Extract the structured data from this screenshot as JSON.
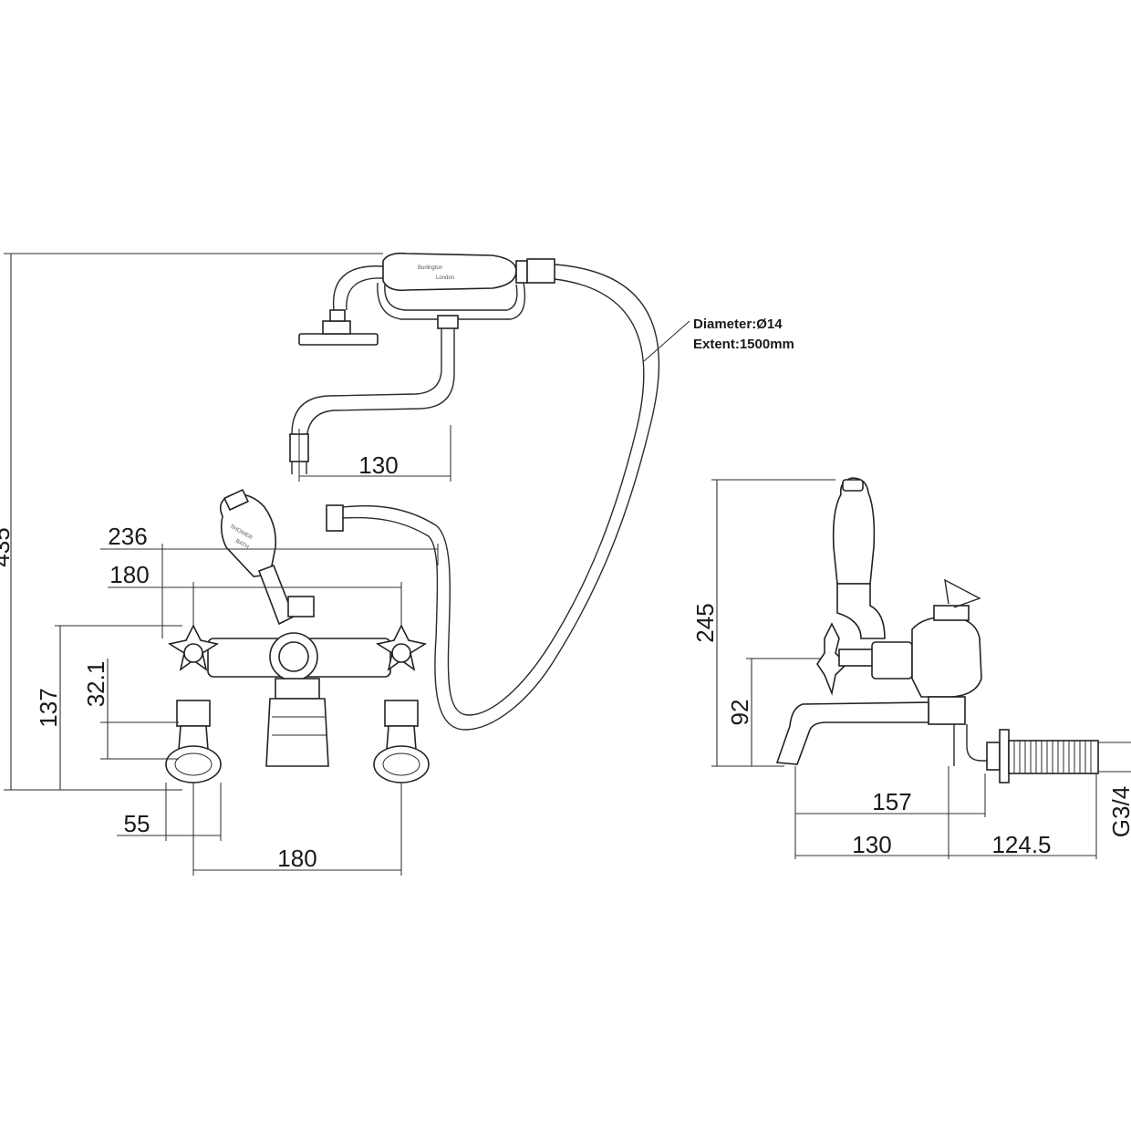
{
  "front_view": {
    "height_total": "435",
    "hose_offset": "130",
    "width_outer": "236",
    "width_inner": "180",
    "height_valves": "137",
    "height_offset": "32.1",
    "foot_width": "55",
    "centres": "180"
  },
  "hose_note": {
    "diameter": "Diameter:Ø14",
    "extent": "Extent:1500mm"
  },
  "handset_label": {
    "line1": "Burlington",
    "line2": "London"
  },
  "lever_label": {
    "line1": "SHOWER",
    "line2": "BATH"
  },
  "side_view": {
    "height": "245",
    "spout_height": "92",
    "spout_reach": "157",
    "projection": "130",
    "inlet_length": "124.5",
    "thread": "G3/4"
  }
}
